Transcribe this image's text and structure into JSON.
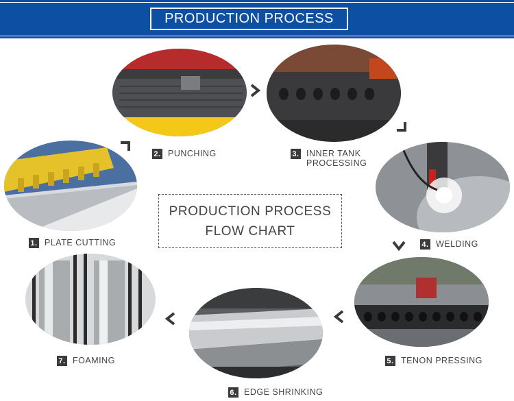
{
  "header": {
    "title": "PRODUCTION PROCESS"
  },
  "center": {
    "line1": "PRODUCTION PROCESS",
    "line2": "FLOW CHART"
  },
  "steps": [
    {
      "num": "1.",
      "label": "PLATE CUTTING"
    },
    {
      "num": "2.",
      "label": "PUNCHING"
    },
    {
      "num": "3.",
      "label_line1": "INNER TANK",
      "label_line2": "PROCESSING"
    },
    {
      "num": "4.",
      "label": "WELDING"
    },
    {
      "num": "5.",
      "label": "TENON PRESSING"
    },
    {
      "num": "6.",
      "label": "EDGE SHRINKING"
    },
    {
      "num": "7.",
      "label": "FOAMING"
    }
  ],
  "colors": {
    "banner": "#0d4fa3",
    "arrow": "#3a3a3a"
  }
}
